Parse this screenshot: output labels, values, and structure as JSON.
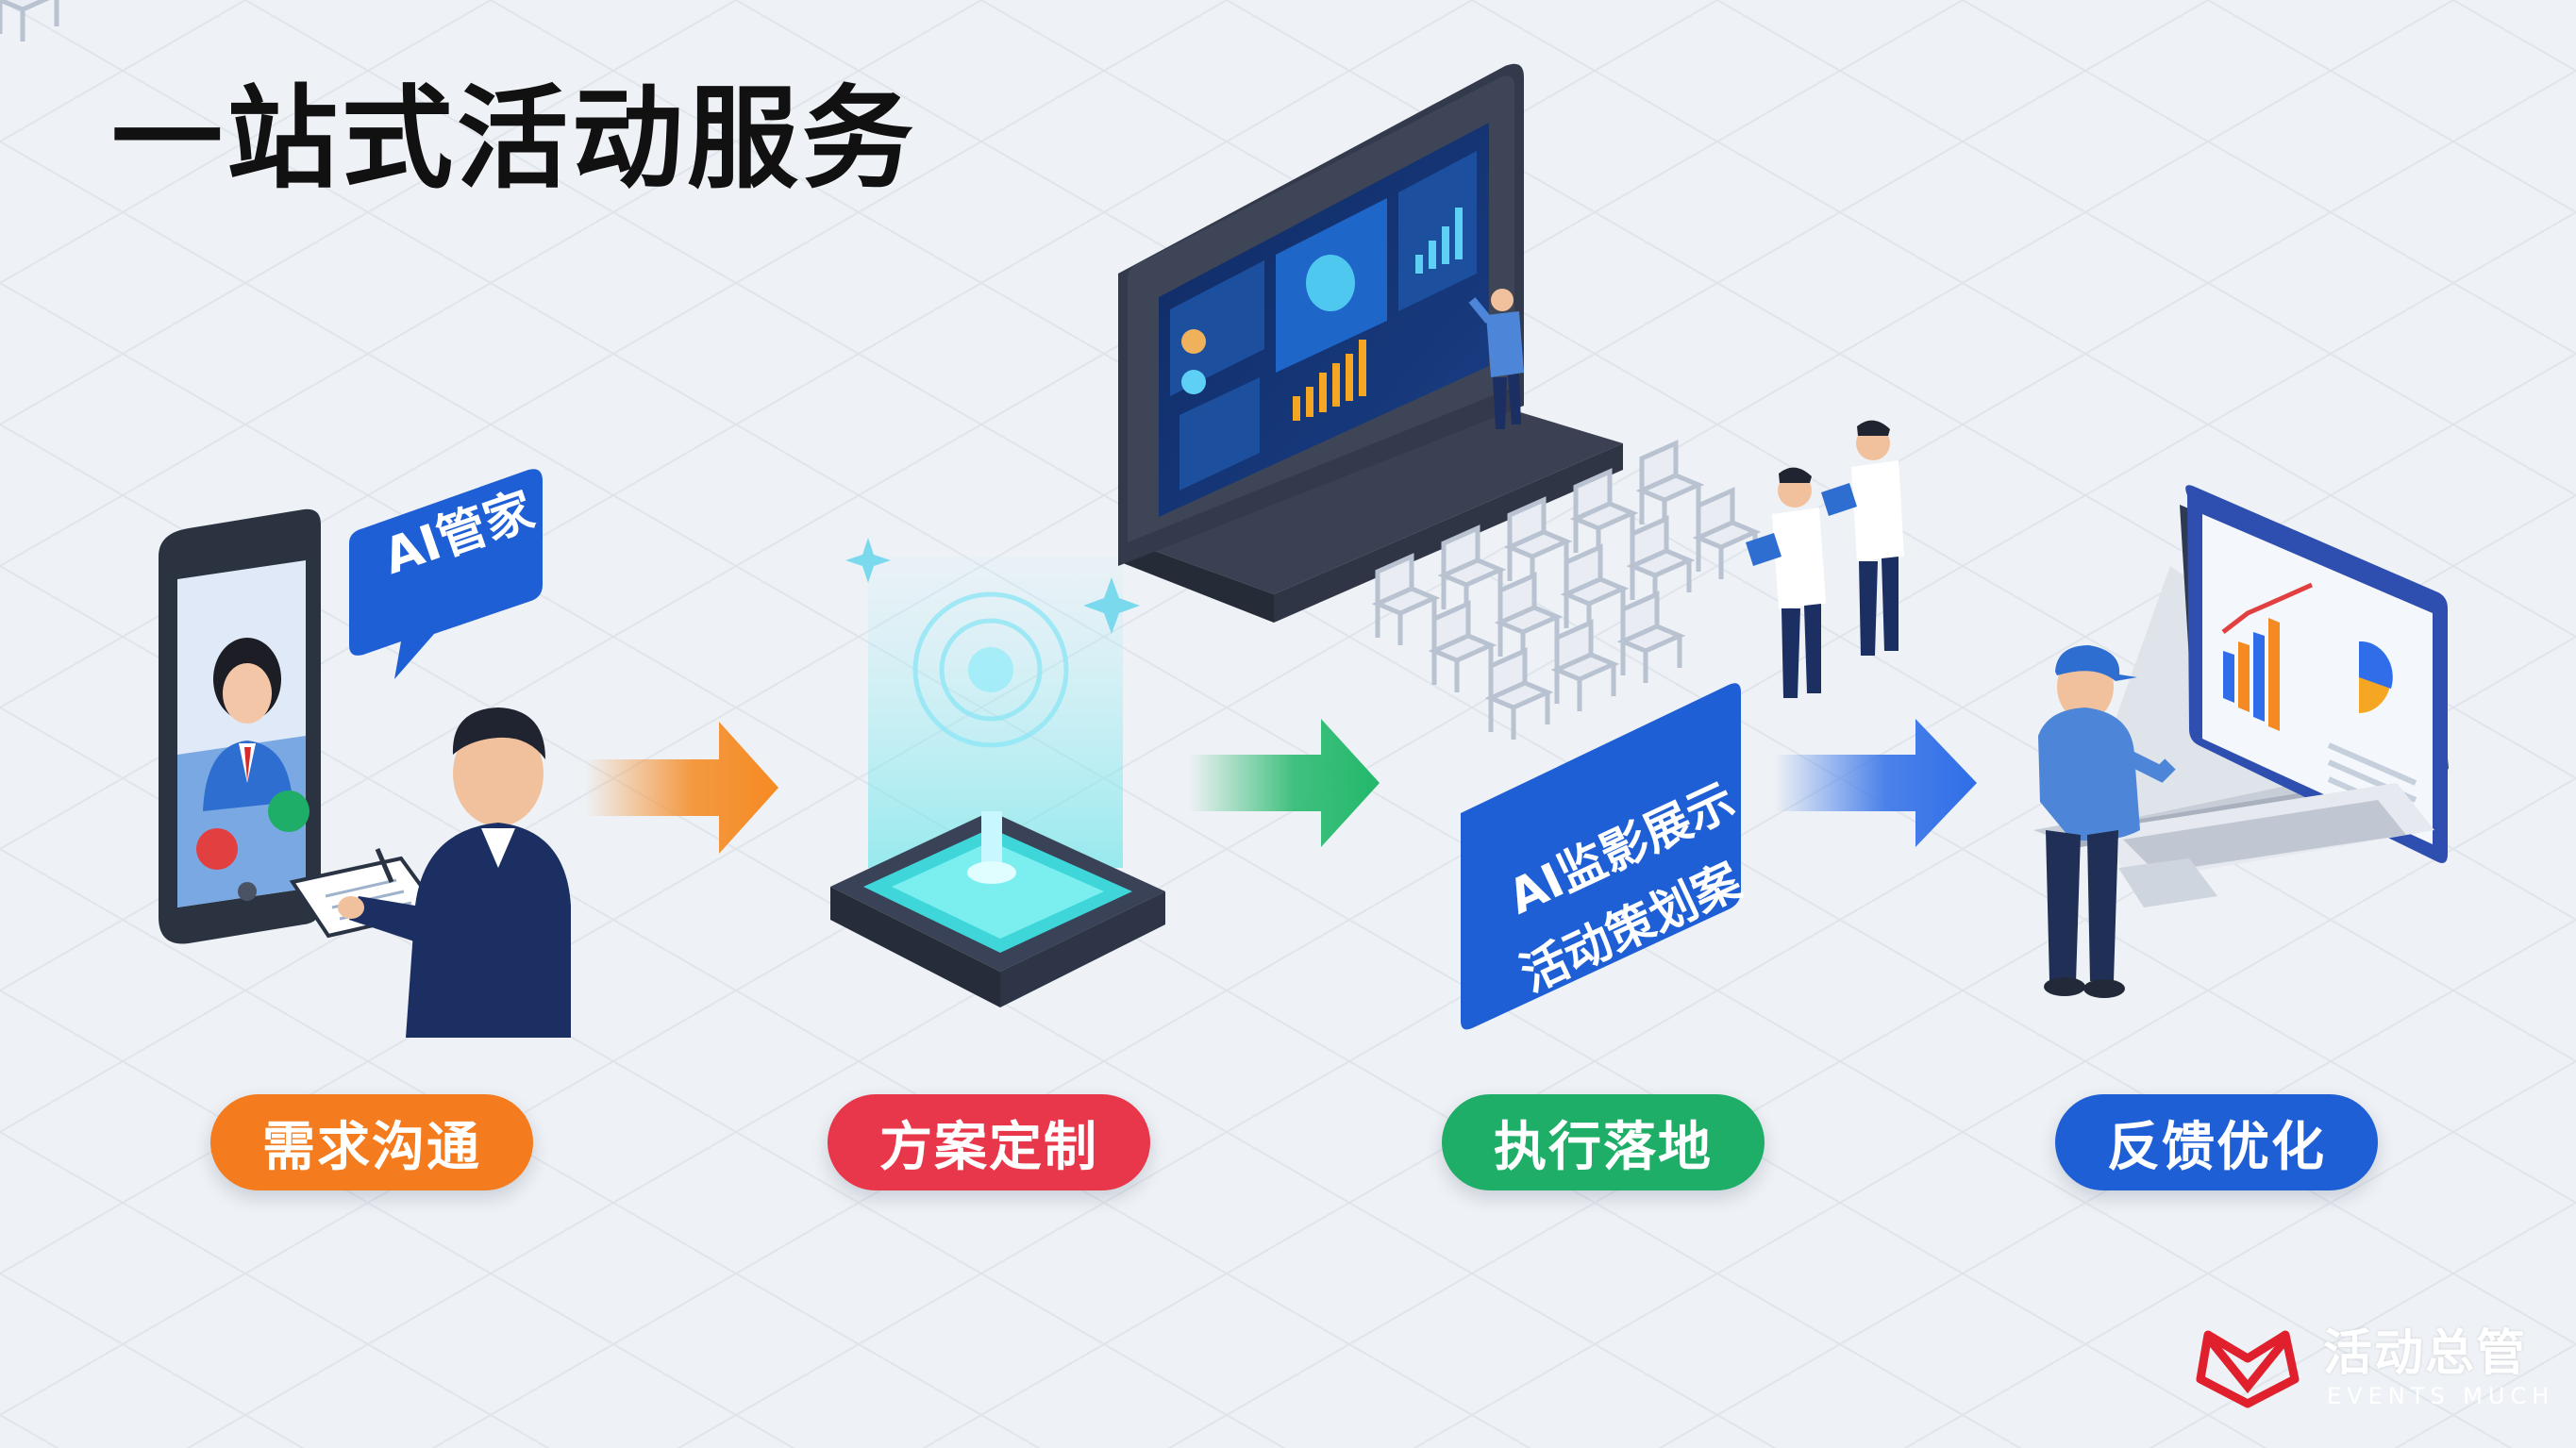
{
  "title": "一站式活动服务",
  "callouts": {
    "ai_butler": "AI管家",
    "planning_line1": "AI监影展示",
    "planning_line2": "活动策划案"
  },
  "steps": [
    {
      "label": "需求沟通",
      "color": "#f47c1e"
    },
    {
      "label": "方案定制",
      "color": "#e8374a"
    },
    {
      "label": "执行落地",
      "color": "#1fae67"
    },
    {
      "label": "反馈优化",
      "color": "#1f5fd6"
    }
  ],
  "arrows": [
    {
      "color": "#f58a22"
    },
    {
      "color": "#22b86a"
    },
    {
      "color": "#2f6ee8"
    }
  ],
  "brand": {
    "name": "活动总管",
    "sub": "EVENTS MUCH",
    "color": "#e0202c"
  }
}
